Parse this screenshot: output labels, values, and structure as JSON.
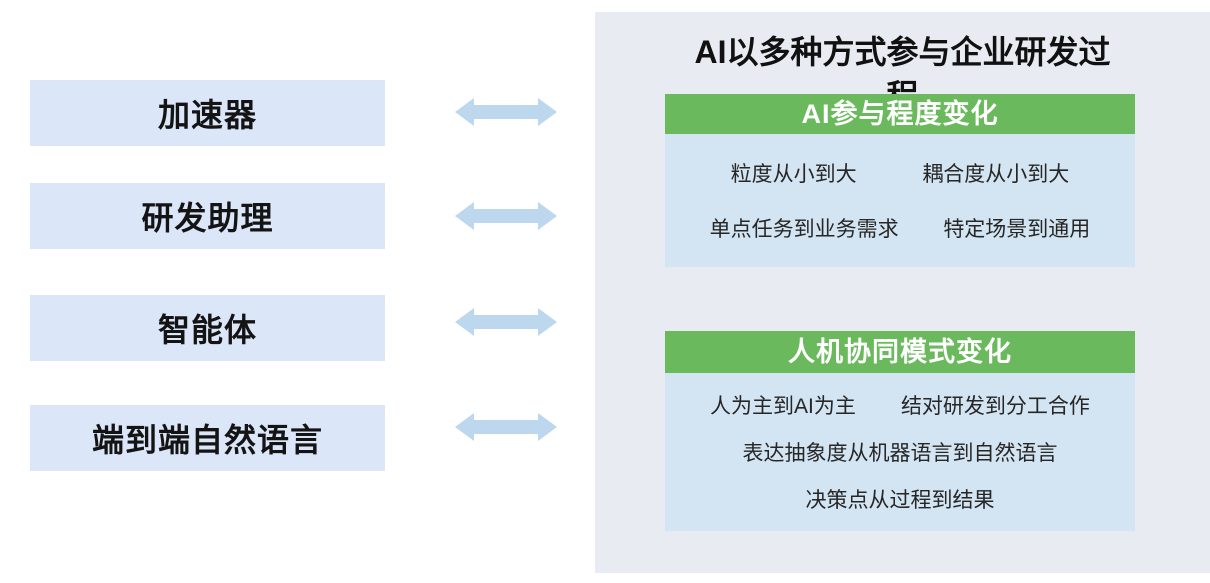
{
  "left_items": [
    {
      "label": "加速器"
    },
    {
      "label": "研发助理"
    },
    {
      "label": "智能体"
    },
    {
      "label": "端到端自然语言"
    }
  ],
  "arrow_icon": "double-headed-arrow",
  "right_panel": {
    "title": "AI以多种方式参与企业研发过程",
    "title_lines": [
      "AI以多种方式参与企业研发过",
      "程"
    ],
    "sections": [
      {
        "header": "AI参与程度变化",
        "rows": [
          [
            "粒度从小到大",
            "耦合度从小到大"
          ],
          [
            "单点任务到业务需求",
            "特定场景到通用"
          ]
        ]
      },
      {
        "header": "人机协同模式变化",
        "rows": [
          [
            "人为主到AI为主",
            "结对研发到分工合作"
          ],
          [
            "表达抽象度从机器语言到自然语言"
          ],
          [
            "决策点从过程到结果"
          ]
        ]
      }
    ]
  },
  "colors": {
    "left_box_bg": "#dce6f9",
    "arrow": "#bdd7ee",
    "panel_bg": "#e8ebf1",
    "section_header_bg": "#6ab95c",
    "section_header_text": "#ffffff",
    "section_body_bg": "#d3e4f2",
    "text": "#141414"
  }
}
